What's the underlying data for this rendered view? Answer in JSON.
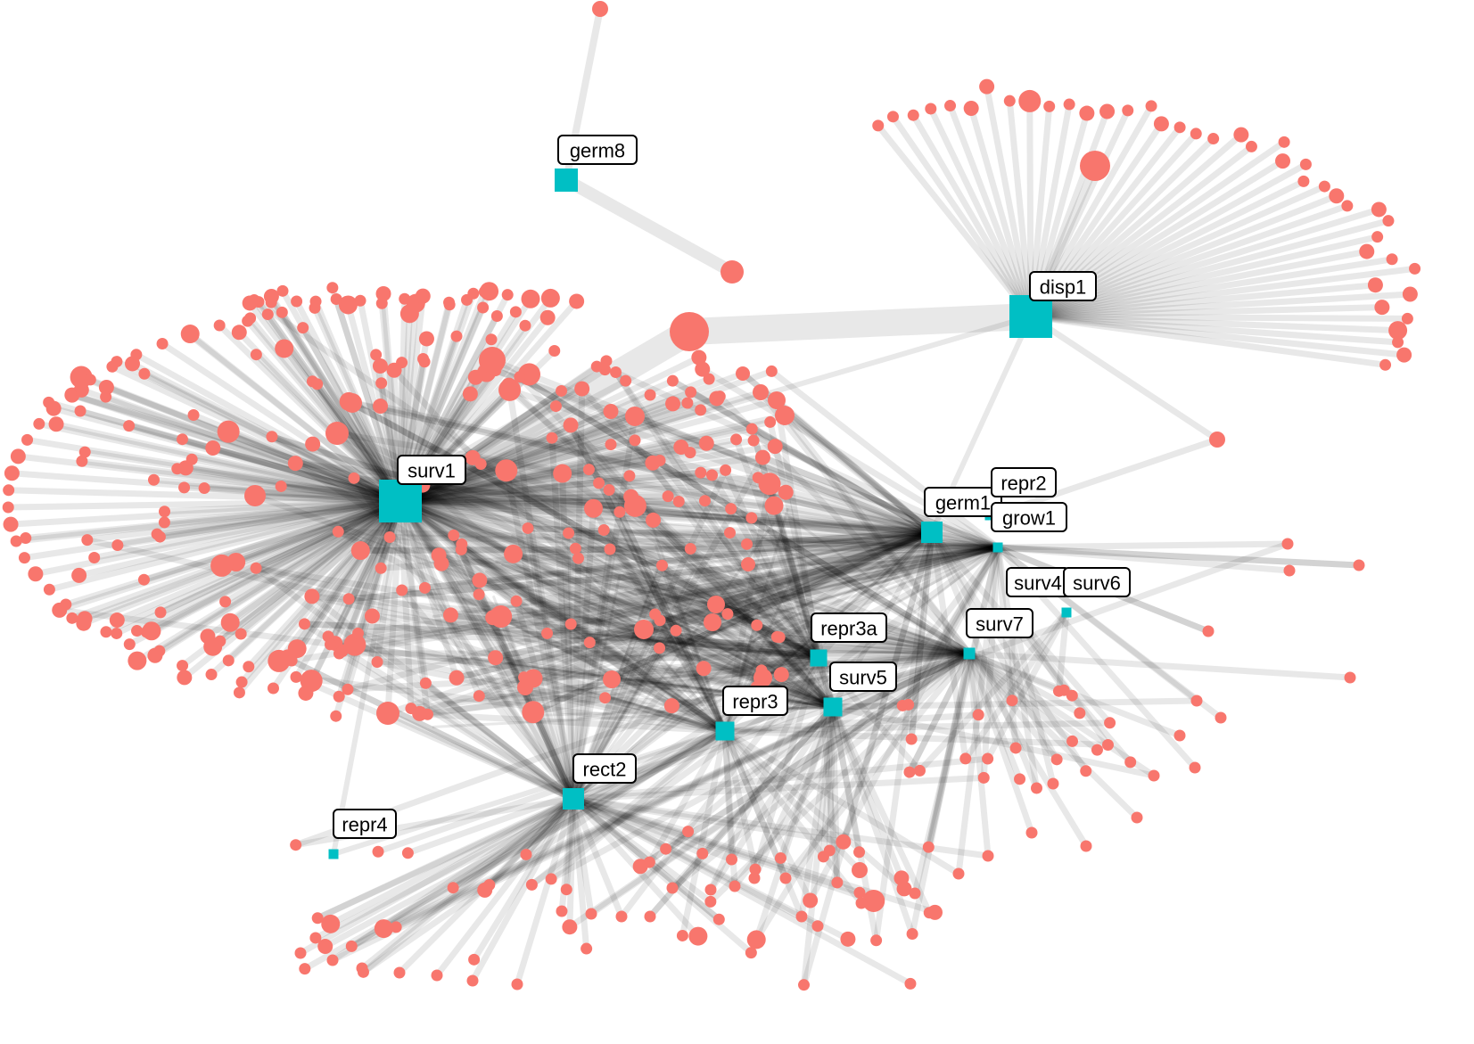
{
  "colors": {
    "leaf": "#F8766D",
    "hub": "#00BFC4",
    "edge": "#000000",
    "label_border": "#000000",
    "background": "#FFFFFF"
  },
  "hubs": [
    {
      "id": "surv1",
      "label": "surv1"
    },
    {
      "id": "disp1",
      "label": "disp1"
    },
    {
      "id": "germ8",
      "label": "germ8"
    },
    {
      "id": "germ1",
      "label": "germ1"
    },
    {
      "id": "repr2",
      "label": "repr2"
    },
    {
      "id": "grow1",
      "label": "grow1"
    },
    {
      "id": "surv4",
      "label": "surv4"
    },
    {
      "id": "surv6",
      "label": "surv6"
    },
    {
      "id": "surv7",
      "label": "surv7"
    },
    {
      "id": "repr3a",
      "label": "repr3a"
    },
    {
      "id": "surv5",
      "label": "surv5"
    },
    {
      "id": "repr3",
      "label": "repr3"
    },
    {
      "id": "rect2",
      "label": "rect2"
    },
    {
      "id": "repr4",
      "label": "repr4"
    }
  ]
}
